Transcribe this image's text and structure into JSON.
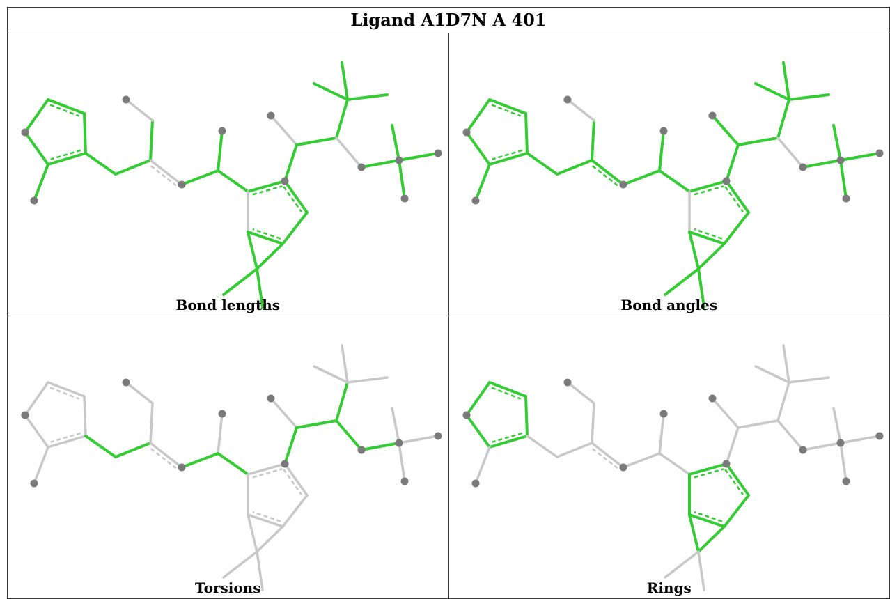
{
  "title": "Ligand A1D7N A 401",
  "panels": [
    {
      "caption": "Bond lengths"
    },
    {
      "caption": "Bond angles"
    },
    {
      "caption": "Torsions"
    },
    {
      "caption": "Rings"
    }
  ],
  "colors": {
    "highlight": "#33cc33",
    "bond": "#c8c8c8",
    "atom": "#7a7a7a",
    "border": "#3a3a3a"
  }
}
